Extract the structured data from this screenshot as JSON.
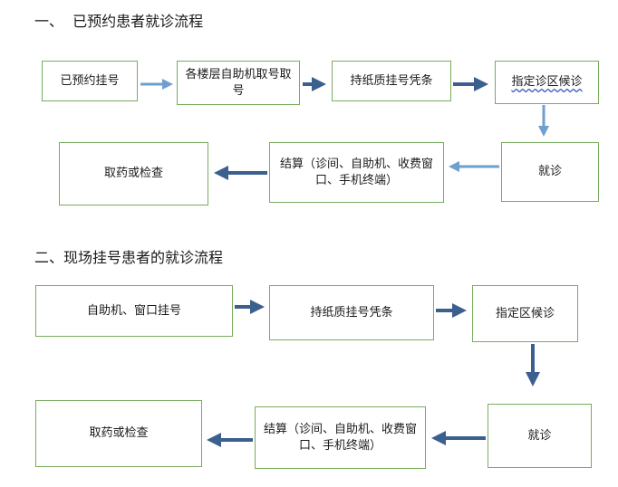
{
  "section1": {
    "title": "一、  已预约患者就诊流程",
    "nodes": {
      "register": "已预约挂号",
      "kiosk": "各楼层自助机取号取号",
      "voucher": "持纸质挂号凭条",
      "waiting": "指定诊区候诊",
      "visit": "就诊",
      "payment": "结算（诊间、自助机、收费窗口、手机终端）",
      "medicine": "取药或检查"
    }
  },
  "section2": {
    "title": "二、现场挂号患者的就诊流程",
    "nodes": {
      "register": "自助机、窗口挂号",
      "voucher": "持纸质挂号凭条",
      "waiting": "指定区候诊",
      "visit": "就诊",
      "payment": "结算（诊间、自助机、收费窗口、手机终端）",
      "medicine": "取药或检查"
    }
  },
  "colors": {
    "box_border": "#77ac5c",
    "arrow_dark": "#3b5f8f",
    "arrow_light": "#6f9fcf"
  }
}
